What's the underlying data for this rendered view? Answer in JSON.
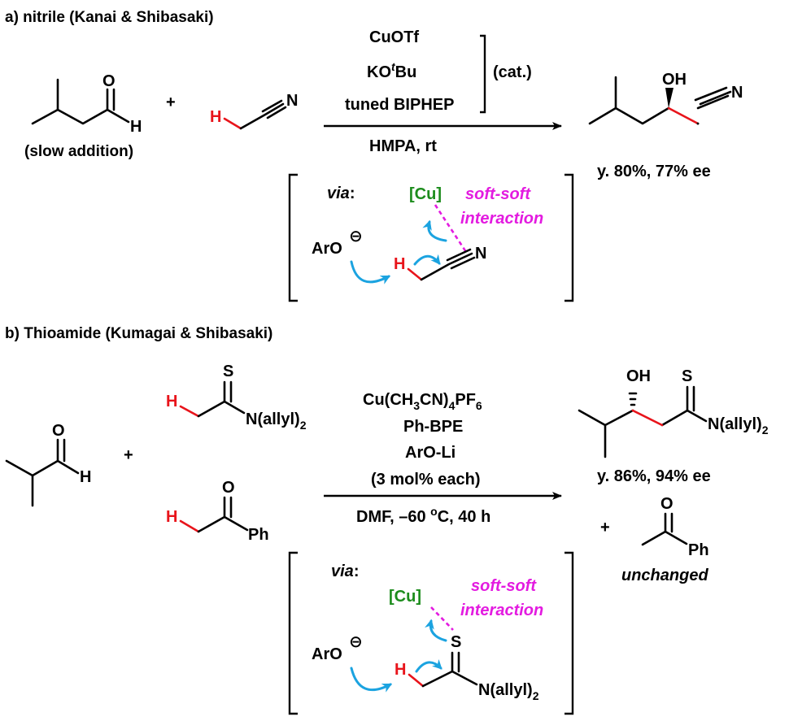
{
  "colors": {
    "text": "#000000",
    "red_hydrogen": "#e8141b",
    "copper_green": "#1c8c1c",
    "interaction_magenta": "#e31be0",
    "arrow_blue": "#1ba3e0"
  },
  "section_a": {
    "header": "a) nitrile (Kanai & Shibasaki)",
    "aldehyde": {
      "O": "O",
      "H": "H",
      "note": "(slow addition)"
    },
    "plus": "+",
    "nitrile_reagent": {
      "H": "H",
      "N": "N"
    },
    "conditions_above": [
      "CuOTf",
      "KO",
      "t",
      "Bu",
      "tuned BIPHEP"
    ],
    "catalyst_note": "(cat.)",
    "conditions_below": "HMPA, rt",
    "product": {
      "OH": "OH",
      "N": "N",
      "yield": "y. 80%, 77% ee"
    },
    "via_box": {
      "via": "via",
      "colon": ":",
      "cu": "[Cu]",
      "soft1": "soft-soft",
      "soft2": "interaction",
      "aro": "ArO",
      "charge": "⊖",
      "H": "H",
      "N": "N"
    }
  },
  "section_b": {
    "header": "b) Thioamide (Kumagai & Shibasaki)",
    "aldehyde": {
      "O": "O",
      "H": "H"
    },
    "plus": "+",
    "thioamide_reagent": {
      "S": "S",
      "H": "H",
      "N": "N(allyl)",
      "sub": "2"
    },
    "ketone_reagent": {
      "O": "O",
      "H": "H",
      "Ph": "Ph"
    },
    "conditions_above": {
      "line1_a": "Cu(CH",
      "line1_b": "3",
      "line1_c": "CN)",
      "line1_d": "4",
      "line1_e": "PF",
      "line1_f": "6",
      "line2": "Ph-BPE",
      "line3": "ArO-Li",
      "line4": "(3 mol% each)"
    },
    "conditions_below": {
      "a": "DMF, –60 ",
      "b": "o",
      "c": "C, 40 h"
    },
    "product": {
      "OH": "OH",
      "S": "S",
      "N": "N(allyl)",
      "sub": "2",
      "yield": "y. 86%, 94% ee"
    },
    "plus2": "+",
    "unchanged": {
      "O": "O",
      "Ph": "Ph",
      "label": "unchanged"
    },
    "via_box": {
      "via": "via",
      "colon": ":",
      "cu": "[Cu]",
      "soft1": "soft-soft",
      "soft2": "interaction",
      "aro": "ArO",
      "charge": "⊖",
      "H": "H",
      "S": "S",
      "N": "N(allyl)",
      "sub": "2"
    }
  }
}
